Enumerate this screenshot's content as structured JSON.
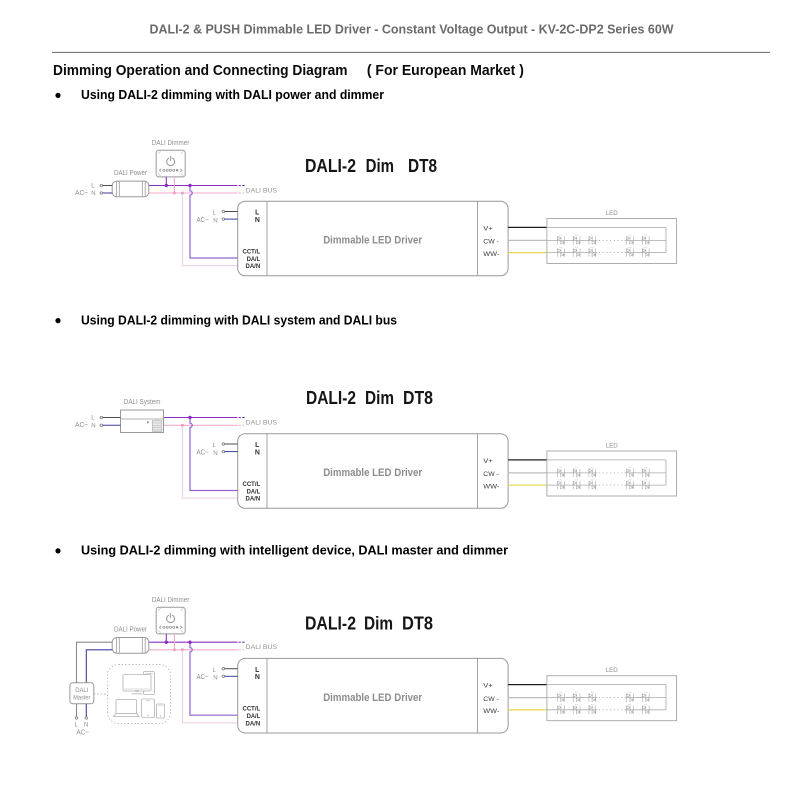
{
  "page": {
    "header": "DALI-2 & PUSH Dimmable LED Driver - Constant Voltage Output - KV-2C-DP2 Series 60W",
    "heading": "Dimming Operation and Connecting Diagram",
    "heading_note": "( For European Market )"
  },
  "labels": {
    "ac": "AC~",
    "line": "L",
    "neutral": "N",
    "dali_bus": "DALI BUS",
    "dali_power": "DALI Power",
    "dali_dimmer": "DALI Dimmer",
    "dali_system": "DALI System",
    "dali_master_line1": "DALI",
    "dali_master_line2": "Master",
    "led": "LED",
    "driver_name": "Dimmable LED Driver",
    "input_l": "L",
    "input_n": "N",
    "dim_cct": "CCT/L",
    "dim_dal": "DA/L",
    "dim_dan": "DA/N",
    "out_vplus": "V+",
    "out_cw": "CW -",
    "out_ww": "WW-"
  },
  "colors": {
    "purple": "#8a2fc4",
    "purple_soft": "#9063cc",
    "pink": "#f2a9cb",
    "pink_soft": "#e9d2e5",
    "navy": "#3d3d9e",
    "charcoal": "#4d4d4d",
    "black_wire": "#1f1f1f",
    "gray_wire": "#bdbdbd",
    "yellow_wire": "#e8da58",
    "outline": "#999999",
    "outline_light": "#b3b3b3",
    "label_gray": "#8f8f8f",
    "terminal_text": "#2f2f2f",
    "driver_text": "#8c8c8c",
    "title_text": "#151515",
    "header_text": "#6b6b6b",
    "body_text": "#0a0a0a",
    "rule": "#7a7a7a"
  },
  "diagrams": [
    {
      "bullet": "Using DALI-2 dimming with DALI power and dimmer",
      "title_words": [
        "DALI-2",
        "Dim",
        "DT8"
      ]
    },
    {
      "bullet": "Using DALI-2 dimming with DALI system and DALI bus",
      "title_words": [
        "DALI-2",
        "Dim",
        "DT8"
      ]
    },
    {
      "bullet": "Using DALI-2 dimming with intelligent device, DALI master and dimmer",
      "title_words": [
        "DALI-2",
        "Dim",
        "DT8"
      ]
    }
  ]
}
